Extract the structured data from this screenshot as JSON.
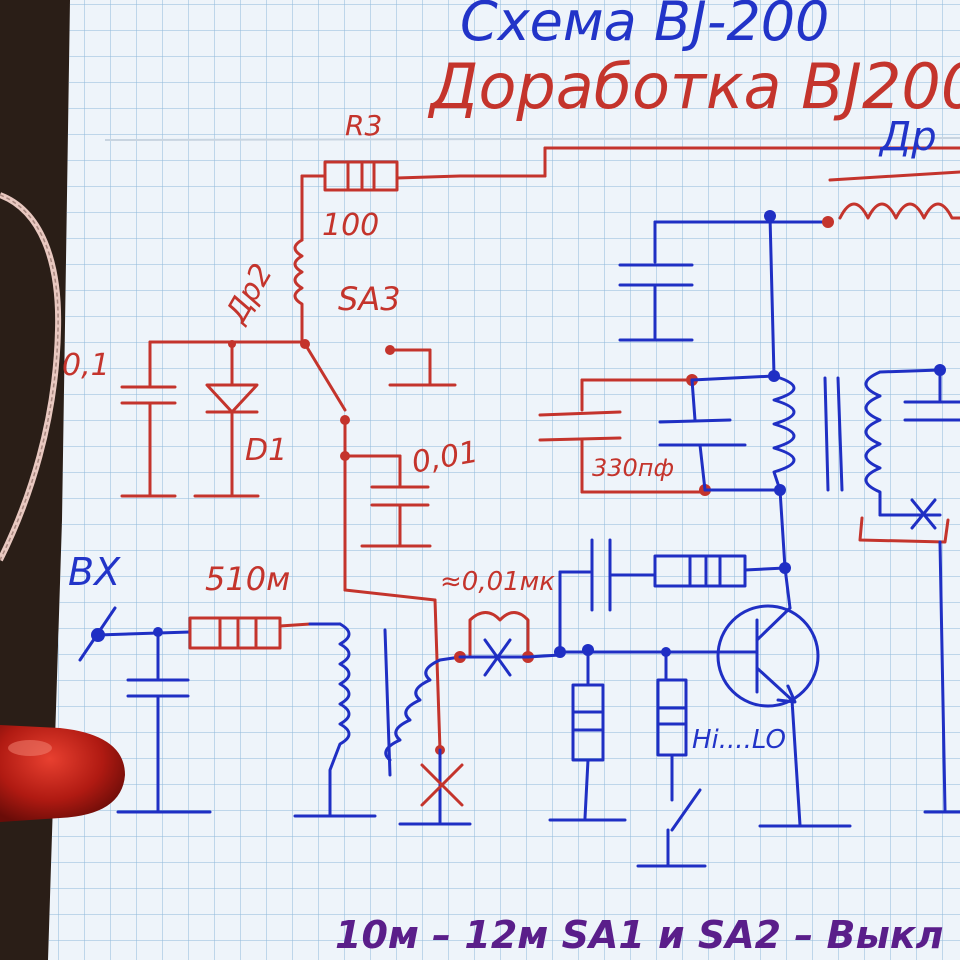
{
  "header": {
    "title_top": "Схема BJ-200",
    "title_main": "Доработка BJ200"
  },
  "labels": {
    "r3": "R3",
    "r3_value": "100",
    "dr2": "Др2",
    "sa3": "SA3",
    "cap_01": "0,1",
    "d1": "D1",
    "cap_001": "0,01",
    "bx": "BX",
    "res_510": "510м",
    "cap_001_mk": "≈0,01мк",
    "cap_330": "330пф",
    "hi_lo": "Hi....LO",
    "dr_right": "Др",
    "bottom": "10м – 12м  SA1 и SA2 – Выкл"
  },
  "colors": {
    "paper": "#eef4fa",
    "red_ink": "#c4342c",
    "blue_ink": "#1f2fc4",
    "purple_ink": "#5a1e8a"
  }
}
